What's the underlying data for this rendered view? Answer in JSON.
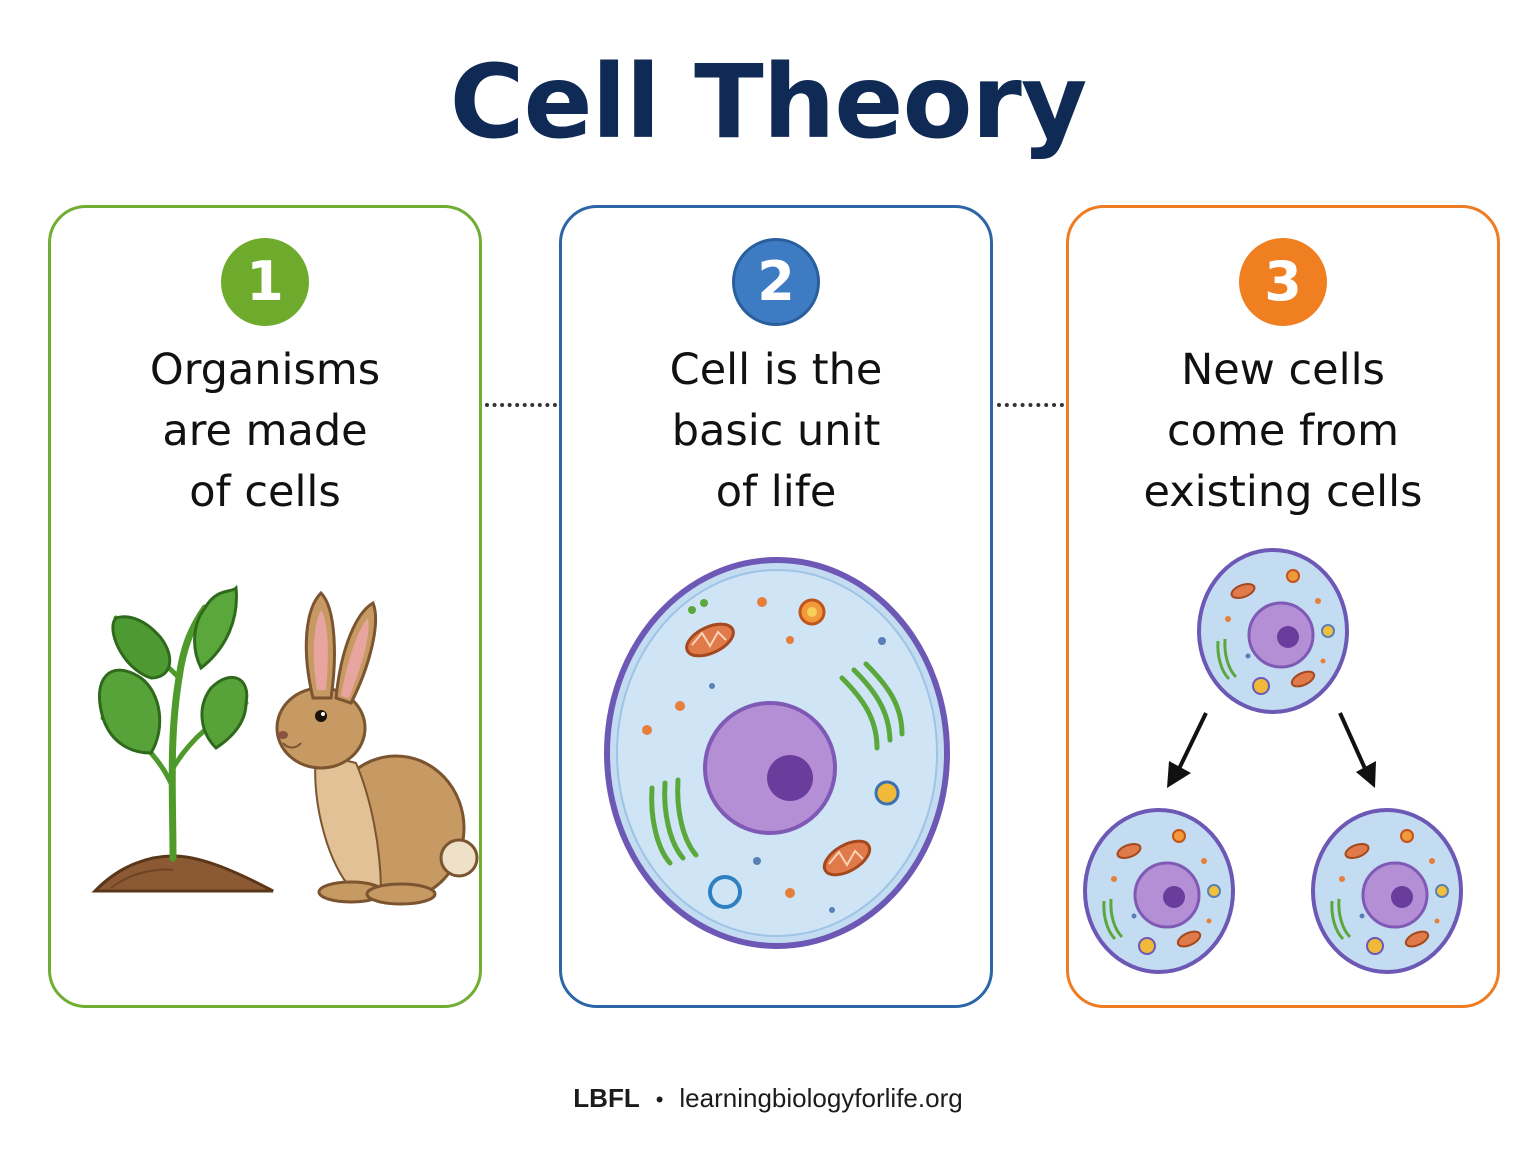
{
  "title": "Cell Theory",
  "panels": [
    {
      "number": "1",
      "lines": [
        "Organisms",
        "are made",
        "of cells"
      ],
      "accent": "#72ad33",
      "illustration": [
        "plant-icon",
        "rabbit-icon"
      ]
    },
    {
      "number": "2",
      "lines": [
        "Cell is the",
        "basic unit",
        "of life"
      ],
      "accent": "#2c66a6",
      "illustration": [
        "animal-cell-icon"
      ]
    },
    {
      "number": "3",
      "lines": [
        "New cells",
        "come from",
        "existing cells"
      ],
      "accent": "#ee7c22",
      "illustration": [
        "parent-cell-icon",
        "arrow-down-left-icon",
        "arrow-down-right-icon",
        "daughter-cell-icon"
      ]
    }
  ],
  "footer": {
    "brand": "LBFL",
    "separator": "•",
    "url": "learningbiologyforlife.org"
  }
}
